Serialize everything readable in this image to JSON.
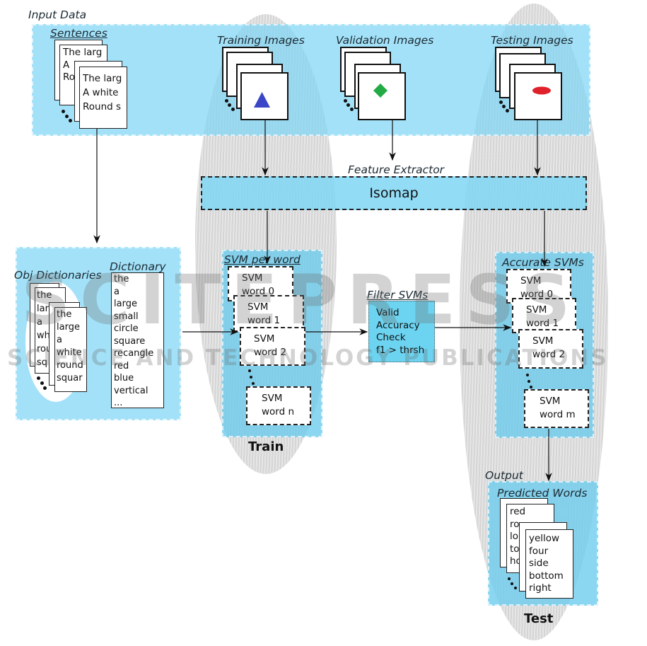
{
  "diagram": {
    "input_data_label": "Input Data",
    "sentences": {
      "title": "Sentences",
      "back_card_lines": [
        "The larg",
        "A",
        "Ro"
      ],
      "front_card_lines": [
        "The larg",
        "A white",
        "Round s"
      ]
    },
    "image_sets": [
      {
        "title": "Training Images",
        "shape": "triangle",
        "shape_color": "#3a46c8"
      },
      {
        "title": "Validation Images",
        "shape": "diamond",
        "shape_color": "#22aa44"
      },
      {
        "title": "Testing Images",
        "shape": "ellipse",
        "shape_color": "#e0202a"
      }
    ],
    "feature_extractor": {
      "title": "Feature Extractor",
      "label": "Isomap"
    },
    "dictionaries": {
      "obj_title": "Obj Dictionaries",
      "obj_back_lines": [
        "the",
        "lar",
        "a",
        "wh",
        "rou",
        "sq"
      ],
      "obj_front_lines": [
        "the",
        "large",
        "a",
        "white",
        "round",
        "squar"
      ],
      "dict_title": "Dictionary",
      "dict_words": [
        "the",
        "a",
        "large",
        "small",
        "circle",
        "square",
        "recangle",
        "red",
        "blue",
        "vertical",
        "..."
      ]
    },
    "svm_per_word": {
      "title": "SVM per word",
      "items": [
        {
          "line1": "SVM",
          "line2": "word 0"
        },
        {
          "line1": "SVM",
          "line2": "word 1"
        },
        {
          "line1": "SVM",
          "line2": "word 2"
        },
        {
          "line1": "SVM",
          "line2": "word n"
        }
      ]
    },
    "filter_svms": {
      "title": "Filter SVMs",
      "lines": [
        "Valid",
        "Accuracy",
        "Check",
        "f1 > thrsh"
      ]
    },
    "accurate_svms": {
      "title": "Accurate SVMs",
      "items": [
        {
          "line1": "SVM",
          "line2": "word 0"
        },
        {
          "line1": "SVM",
          "line2": "word 1"
        },
        {
          "line1": "SVM",
          "line2": "word 2"
        },
        {
          "line1": "SVM",
          "line2": "word m"
        }
      ]
    },
    "output": {
      "output_label": "Output",
      "title": "Predicted Words",
      "back_lines": [
        "red",
        "ro",
        "lo",
        "to",
        "ho"
      ],
      "front_lines": [
        "yellow",
        "four",
        "side",
        "bottom",
        "right"
      ]
    },
    "phase_labels": {
      "train": "Train",
      "test": "Test"
    },
    "watermark": {
      "line1": "SCITEPRESS",
      "line2": "SCIENCE AND TECHNOLOGY PUBLICATIONS"
    },
    "colors": {
      "panel_blue": "#7fd6f5",
      "ellipse_gray": "#d8d8d8"
    }
  }
}
